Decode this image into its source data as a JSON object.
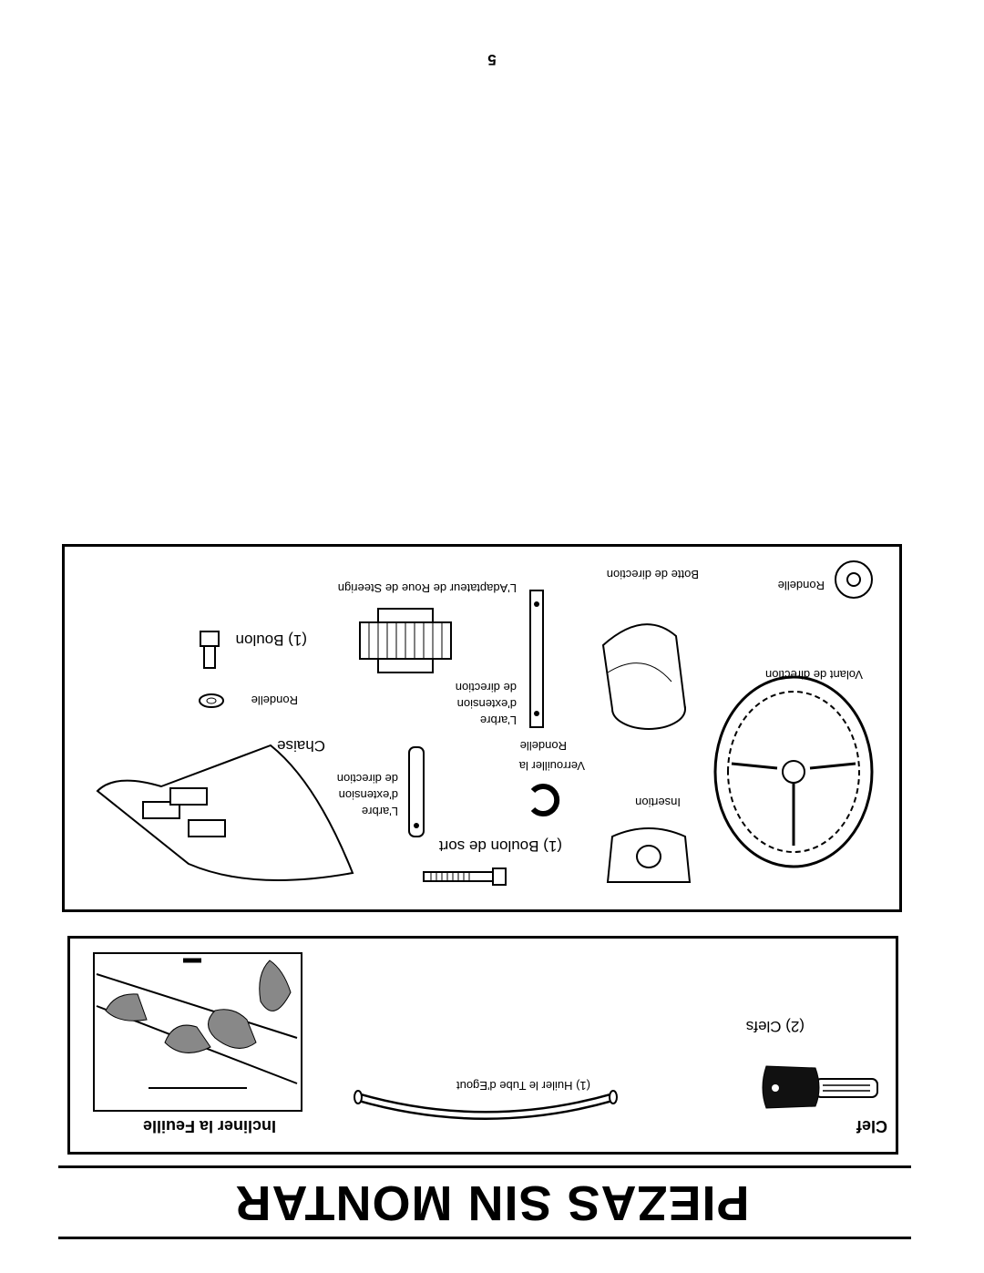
{
  "page": {
    "title": "PIEZAS SIN MONTAR",
    "page_number": "5"
  },
  "top_box": {
    "tilt_sheet_label": "Incliner la Feuille",
    "key_label": "Clef",
    "keys_count_label": "(2) Clefs",
    "drain_tube_label": "(1) Huiler le Tube d'Egout"
  },
  "parts_box": {
    "seat_label": "Chaise",
    "extension_shaft_label": [
      "L'arbre",
      "d'extension",
      "de direction"
    ],
    "bolt_sort_label": "(1) Boulon de sort",
    "insert_label": "Insertion",
    "steering_wheel_label": "Volant de direction",
    "washer_small_label": "Rondelle",
    "bolt_label": "(1) Boulon",
    "lock_washer_label": [
      "Verrouiller la",
      "Rondelle"
    ],
    "steering_shaft_label": [
      "L'arbre",
      "d'extension",
      "de direction"
    ],
    "adapter_label": "L'Adaptateur de Roue de Steerign",
    "steering_boot_label": "Botte de direction",
    "washer_label": "Rondelle"
  },
  "icons": {
    "seat": "seat-icon",
    "extension_shaft": "shaft-icon",
    "bolt_sort": "bolt-icon",
    "insert": "insert-icon",
    "steering_wheel": "steering-wheel-icon",
    "washer_small": "washer-icon",
    "bolt": "bolt-icon",
    "lock_washer": "lock-washer-icon",
    "steering_shaft": "shaft-icon",
    "adapter": "adapter-icon",
    "steering_boot": "boot-icon",
    "washer": "washer-icon",
    "key": "key-icon",
    "drain_tube": "tube-icon",
    "tilt_sheet": "tilt-sheet-icon"
  }
}
